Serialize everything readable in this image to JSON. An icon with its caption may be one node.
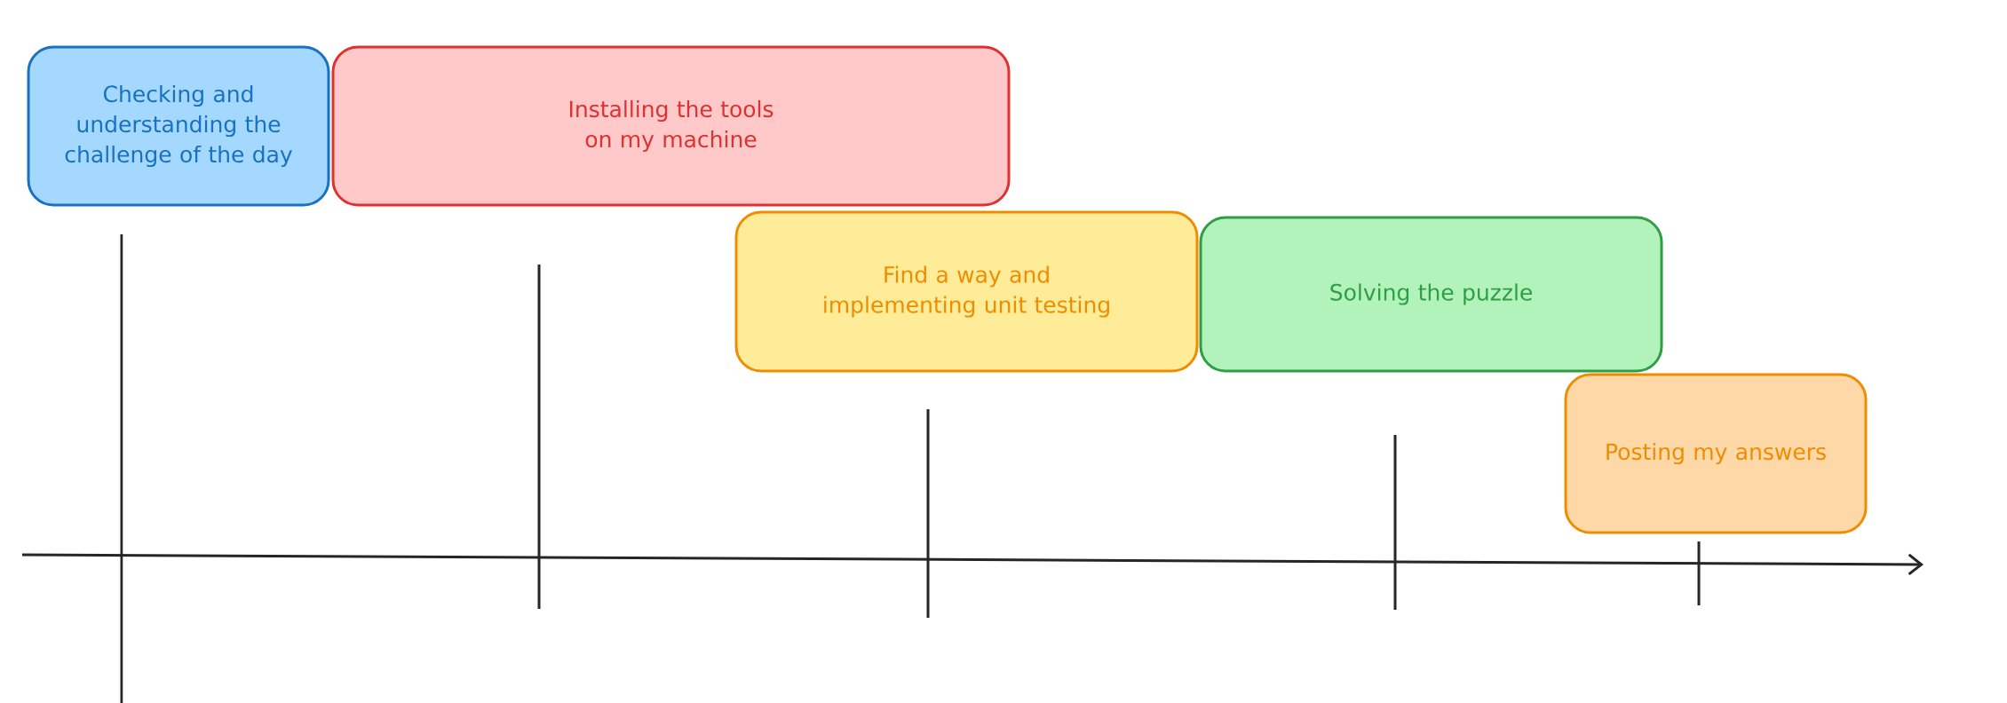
{
  "diagram": {
    "nodes": [
      {
        "text": [
          "Checking and understanding the challenge of the day"
        ]
      },
      {
        "text": [
          "Installing the tools on my machine"
        ]
      },
      {
        "text": [
          "Find a way and implementing unit testing"
        ]
      },
      {
        "text": [
          "Solving the puzzle"
        ]
      },
      {
        "text": [
          "Posting my answers"
        ]
      }
    ]
  }
}
